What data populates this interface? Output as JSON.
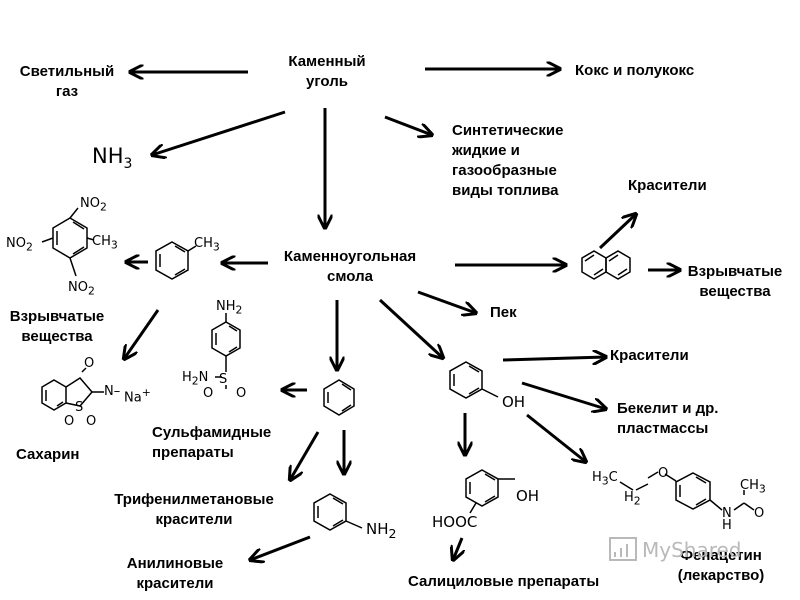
{
  "nodes": {
    "coal": "Каменный\nуголь",
    "lighting_gas": "Светильный\nгаз",
    "coke": "Кокс и полукокс",
    "ammonia": "NH3",
    "synthetic_fuel": "Синтетические\nжидкие и\nгазообразные\nвиды топлива",
    "coal_tar": "Каменноугольная\nсмола",
    "dyes_top": "Красители",
    "explosives_right": "Взрывчатые\nвещества",
    "explosives_left": "Взрывчатые\nвещества",
    "pitch": "Пек",
    "dyes_mid": "Красители",
    "bakelite": "Бекелит и др.\nпластмассы",
    "saccharin": "Сахарин",
    "sulfonamide": "Сульфамидные\nпрепараты",
    "triphenylmethane": "Трифенилметановые\nкрасители",
    "aniline_dyes": "Анилиновые\nкрасители",
    "salicylic": "Салициловые препараты",
    "phenacetin": "Фенацетин\n(лекарство)"
  },
  "chem_labels": {
    "tnt": [
      "NO2",
      "NO2",
      "CH3",
      "NO2"
    ],
    "toluene": "CH3",
    "sulfanilamide": [
      "NH2",
      "H2N",
      "S",
      "O",
      "O"
    ],
    "saccharin": [
      "O",
      "N",
      "S",
      "O",
      "O",
      "Na+"
    ],
    "phenol": "OH",
    "aniline": "NH2",
    "salicylic_acid": [
      "OH",
      "HOOC"
    ],
    "phenacetin": [
      "H3C",
      "O",
      "H2",
      "CH3",
      "N",
      "H",
      "O"
    ]
  },
  "watermark": "MyShared"
}
